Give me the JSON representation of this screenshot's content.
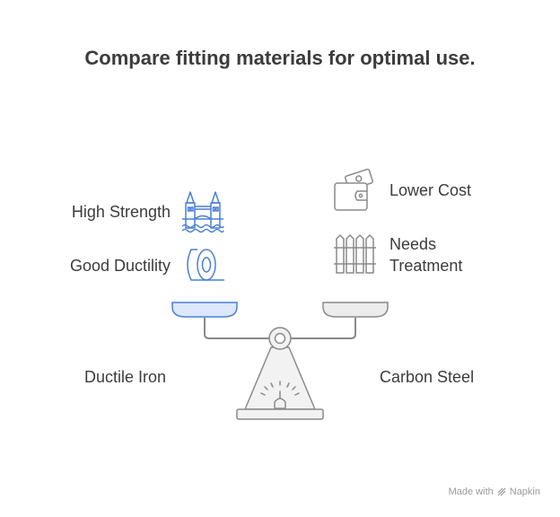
{
  "title": "Compare fitting materials for optimal use.",
  "left": {
    "name": "Ductile Iron",
    "features": [
      "High Strength",
      "Good Ductility"
    ],
    "icons": [
      "tower-bridge-icon",
      "tape-roll-icon"
    ],
    "color": "#4a7fd6",
    "pan_fill": "#dce7fb"
  },
  "right": {
    "name": "Carbon Steel",
    "features": [
      "Lower Cost",
      "Needs",
      "Treatment"
    ],
    "icons": [
      "wallet-icon",
      "fence-icon"
    ],
    "color": "#8a8a8a",
    "pan_fill": "#ececec"
  },
  "credit": {
    "prefix": "Made with",
    "brand": "Napkin"
  }
}
